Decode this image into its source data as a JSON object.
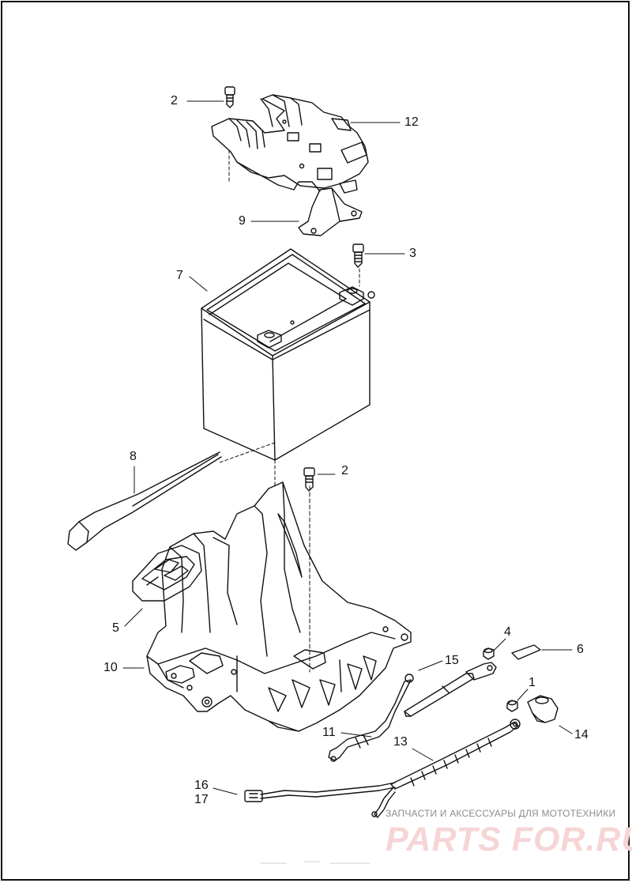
{
  "callouts": [
    {
      "id": "c2a",
      "text": "2"
    },
    {
      "id": "c12",
      "text": "12"
    },
    {
      "id": "c9",
      "text": "9"
    },
    {
      "id": "c3",
      "text": "3"
    },
    {
      "id": "c7",
      "text": "7"
    },
    {
      "id": "c8",
      "text": "8"
    },
    {
      "id": "c2b",
      "text": "2"
    },
    {
      "id": "c5",
      "text": "5"
    },
    {
      "id": "c10",
      "text": "10"
    },
    {
      "id": "c4",
      "text": "4"
    },
    {
      "id": "c6",
      "text": "6"
    },
    {
      "id": "c15",
      "text": "15"
    },
    {
      "id": "c1",
      "text": "1"
    },
    {
      "id": "c11",
      "text": "11"
    },
    {
      "id": "c13",
      "text": "13"
    },
    {
      "id": "c14",
      "text": "14"
    },
    {
      "id": "c16",
      "text": "16"
    },
    {
      "id": "c17",
      "text": "17"
    }
  ],
  "watermark": {
    "tagline": "ЗАПЧАСТИ И АКСЕССУАРЫ ДЛЯ МОТОТЕХНИКИ",
    "logo": "PARTS FOR.RU"
  }
}
